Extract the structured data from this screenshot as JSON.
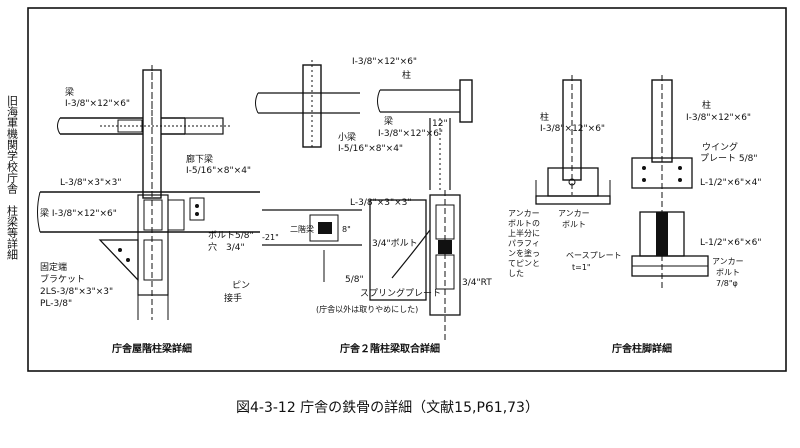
{
  "side_label": "旧海軍機関学校庁舎　柱梁等詳細",
  "figure_caption": "図4-3-12 庁舎の鉄骨の詳細（文献15,P61,73）",
  "detail_1": {
    "caption": "庁舎屋階柱梁詳細",
    "beam_label_name": "梁",
    "beam_label_size": "I-3/8\"×12\"×6\"",
    "sub_beam_name": "廊下梁",
    "sub_beam_size": "I-5/16\"×8\"×4\"",
    "angle": "L-3/8\"×3\"×3\"",
    "beam_lower": "梁 I-3/8\"×12\"×6\"",
    "bolt_1": "ボルト5/8\"",
    "bolt_2": "穴　3/4\"",
    "pin_1": "ピン",
    "pin_2": "接手",
    "bracket_1": "固定端",
    "bracket_2": "ブラケット",
    "bracket_3": "2LS-3/8\"×3\"×3\"",
    "bracket_4": "PL-3/8\""
  },
  "detail_2": {
    "caption": "庁舎２階柱梁取合詳細",
    "col_size": "I-3/8\"×12\"×6\"",
    "col_name": "柱",
    "dim_12": "12\"",
    "small_beam_name": "小梁",
    "small_beam_size": "I-5/16\"×8\"×4\"",
    "beam_size": "I-3/8\"×12\"×6\"",
    "beam_name": "梁",
    "angle": "L-3/8\"×3\"×3\"",
    "second_beam": "二階梁",
    "dim_21": "-21\"",
    "dim_8": "8\"",
    "bolt_34": "3/4\"ボルト",
    "dim_58": "5/8\"",
    "spring_plate": "スプリングプレート",
    "rt_34": "3/4\"RT",
    "note": "(庁舎以外は取りやめにした)"
  },
  "detail_3": {
    "caption": "庁舎柱脚詳細",
    "col_name_1": "柱",
    "col_size_1": "I-3/8\"×12\"×6\"",
    "col_name_2": "柱",
    "col_size_2": "I-3/8\"×12\"×6\"",
    "wing_plate_1": "ウイング",
    "wing_plate_2": "プレート 5/8\"",
    "angle_top": "L-1/2\"×6\"×4\"",
    "anchor_left_1": "アンカー",
    "anchor_left_2": "ボルト",
    "anchor_note_1": "アンカー",
    "anchor_note_2": "ボルトの",
    "anchor_note_3": "上半分に",
    "anchor_note_4": "パラフィ",
    "anchor_note_5": "ンを塗っ",
    "anchor_note_6": "てピンと",
    "anchor_note_7": "した",
    "base_plate_1": "ベースプレート",
    "base_plate_2": "t=1\"",
    "angle_bottom": "L-1/2\"×6\"×6\"",
    "anchor_right_1": "アンカー",
    "anchor_right_2": "ボルト",
    "anchor_right_3": "7/8\"φ"
  }
}
